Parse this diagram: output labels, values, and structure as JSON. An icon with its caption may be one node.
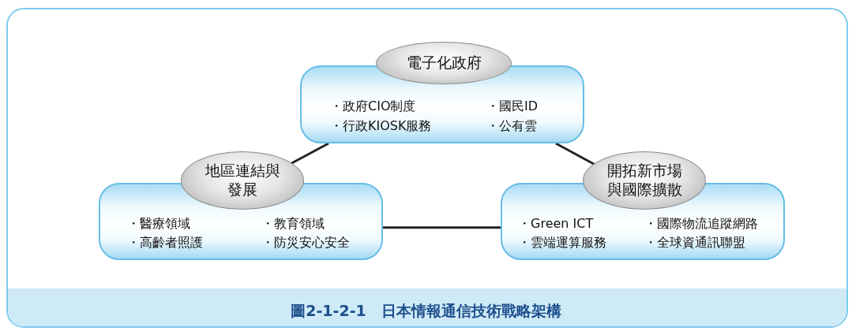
{
  "diagram": {
    "caption": "圖2-1-2-1　日本情報通信技術戰略架構",
    "nodes": [
      {
        "text": [
          "電子化政府",
          "・政府CIO制度",
          "・國民ID",
          "・行政KIOSK服務",
          "・公有雲"
        ]
      },
      {
        "text": [
          "地區連結與發展",
          "・醫療領域",
          "・教育領域",
          "・高齡者照護",
          "・防災安心安全"
        ]
      },
      {
        "text": [
          "開拓新市場與國際擴散",
          "・Green ICT",
          "・國際物流追蹤網路",
          "・雲端運算服務",
          "・全球資通訊聯盟"
        ]
      }
    ],
    "edges": [
      {
        "from": 0,
        "to": 1,
        "arrow": "none"
      },
      {
        "from": 0,
        "to": 2,
        "arrow": "none"
      },
      {
        "from": 1,
        "to": 2,
        "arrow": "none"
      }
    ]
  }
}
